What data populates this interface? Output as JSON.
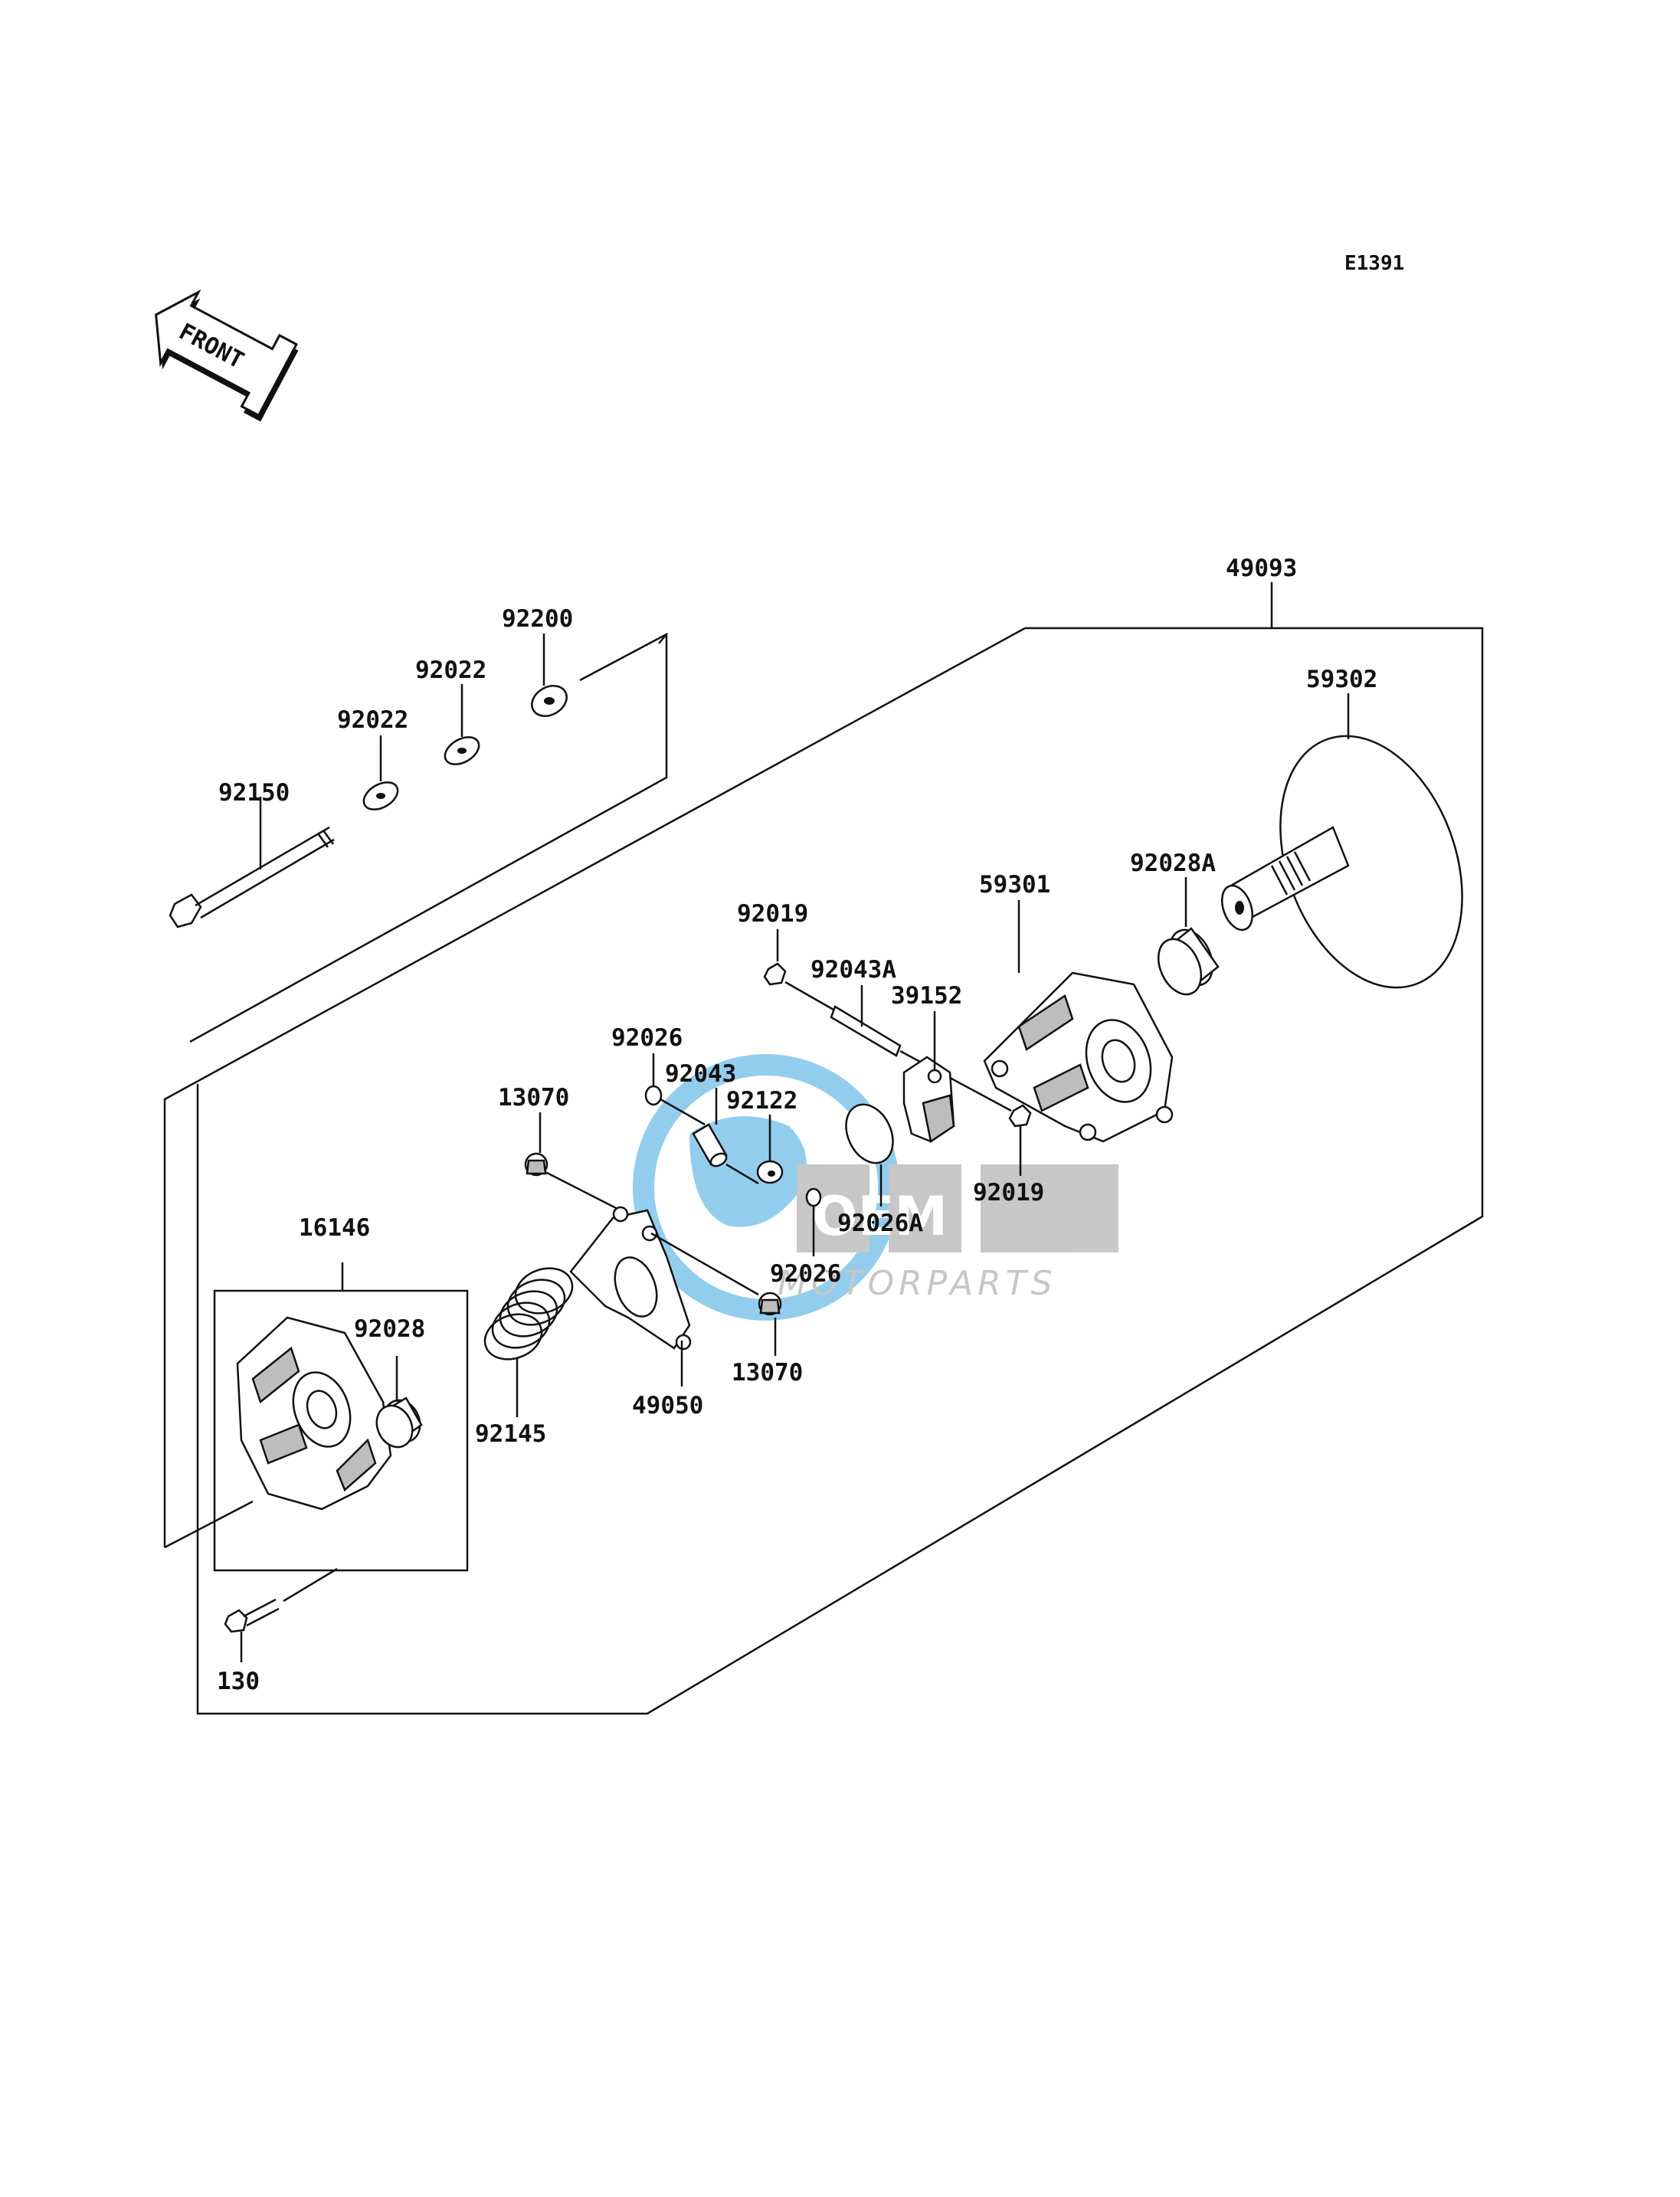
{
  "diagram_code": "E1391",
  "front_label": "FRONT",
  "watermark": {
    "brand": "OEM",
    "tagline": "MOTORPARTS",
    "colors": {
      "globe": "#3aa6e0",
      "letters": "#9a9a9a"
    }
  },
  "parts": [
    {
      "id": "p49093",
      "number": "49093"
    },
    {
      "id": "p59302",
      "number": "59302"
    },
    {
      "id": "p92200",
      "number": "92200"
    },
    {
      "id": "p92022a",
      "number": "92022"
    },
    {
      "id": "p92022b",
      "number": "92022"
    },
    {
      "id": "p92150",
      "number": "92150"
    },
    {
      "id": "p92028A",
      "number": "92028A"
    },
    {
      "id": "p59301",
      "number": "59301"
    },
    {
      "id": "p92019a",
      "number": "92019"
    },
    {
      "id": "p92043A",
      "number": "92043A"
    },
    {
      "id": "p39152",
      "number": "39152"
    },
    {
      "id": "p92026a",
      "number": "92026"
    },
    {
      "id": "p92043",
      "number": "92043"
    },
    {
      "id": "p92122",
      "number": "92122"
    },
    {
      "id": "p13070a",
      "number": "13070"
    },
    {
      "id": "p92019b",
      "number": "92019"
    },
    {
      "id": "p92026A",
      "number": "92026A"
    },
    {
      "id": "p92026b",
      "number": "92026"
    },
    {
      "id": "p16146",
      "number": "16146"
    },
    {
      "id": "p92028",
      "number": "92028"
    },
    {
      "id": "p13070b",
      "number": "13070"
    },
    {
      "id": "p92145",
      "number": "92145"
    },
    {
      "id": "p49050",
      "number": "49050"
    },
    {
      "id": "p130",
      "number": "130"
    }
  ]
}
